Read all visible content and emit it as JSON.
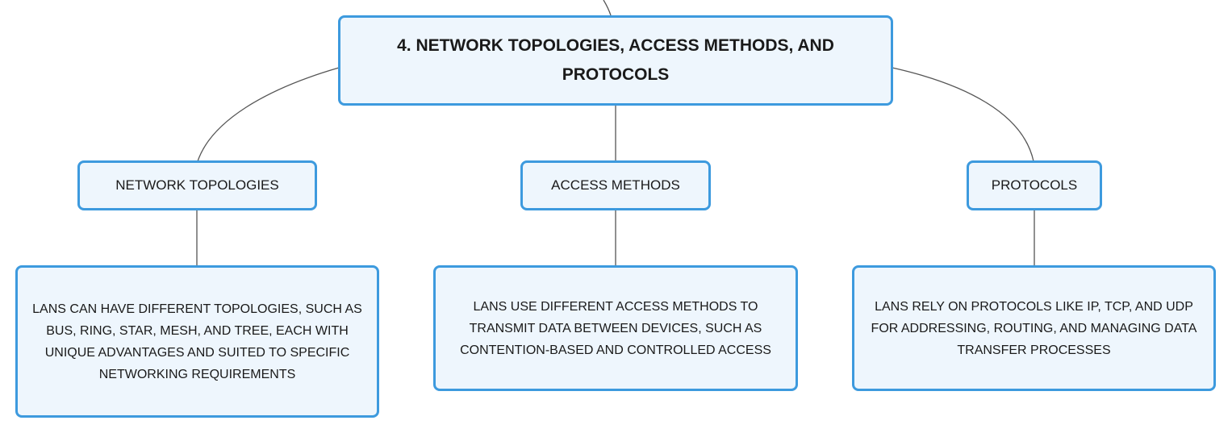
{
  "diagram": {
    "root": {
      "title": "4. NETWORK TOPOLOGIES, ACCESS METHODS, AND PROTOCOLS"
    },
    "branches": [
      {
        "label": "NETWORK TOPOLOGIES",
        "detail": "LANS CAN HAVE DIFFERENT TOPOLOGIES, SUCH AS BUS, RING, STAR, MESH, AND TREE, EACH WITH UNIQUE ADVANTAGES AND SUITED TO SPECIFIC NETWORKING REQUIREMENTS"
      },
      {
        "label": "ACCESS METHODS",
        "detail": "LANS USE DIFFERENT ACCESS METHODS TO TRANSMIT DATA BETWEEN DEVICES, SUCH AS CONTENTION-BASED AND CONTROLLED ACCESS"
      },
      {
        "label": "PROTOCOLS",
        "detail": "LANS RELY ON PROTOCOLS LIKE IP, TCP, AND UDP FOR ADDRESSING, ROUTING, AND MANAGING DATA TRANSFER PROCESSES"
      }
    ],
    "colors": {
      "node_border": "#3d9ade",
      "node_fill": "#eef6fd",
      "connector": "#555555",
      "text": "#1a1a1a"
    }
  }
}
